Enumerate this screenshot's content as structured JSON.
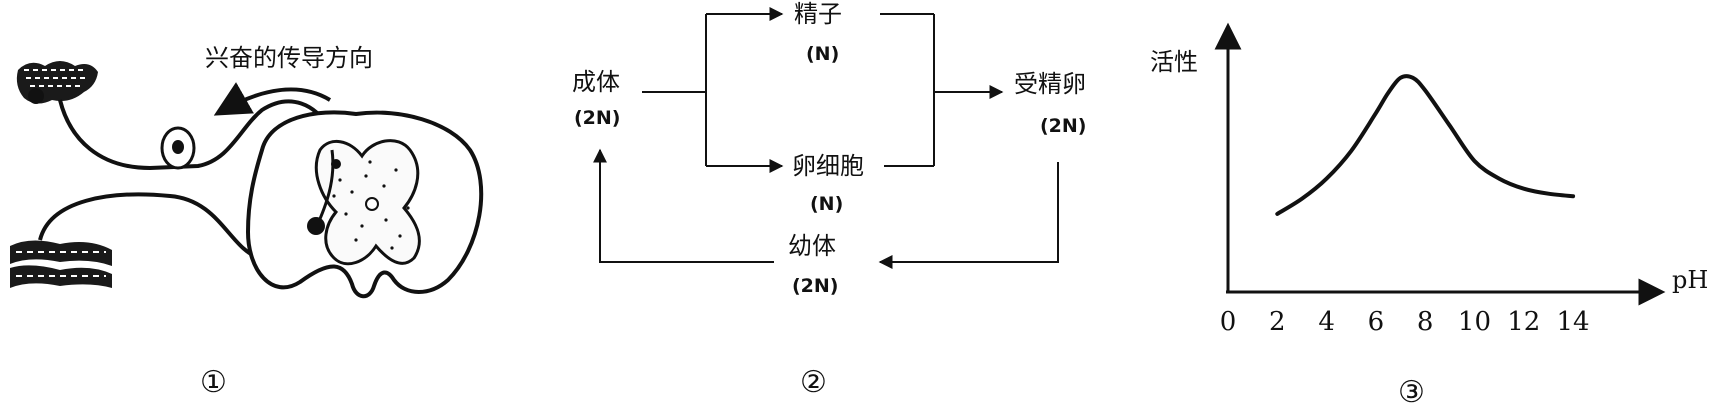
{
  "panel1": {
    "arrow_label": "兴奋的传导方向",
    "number": "①"
  },
  "panel2": {
    "adult": "成体",
    "adult_ploidy": "(2N)",
    "sperm": "精子",
    "sperm_ploidy": "(N)",
    "egg": "卵细胞",
    "egg_ploidy": "(N)",
    "zygote": "受精卵",
    "zygote_ploidy": "(2N)",
    "juvenile": "幼体",
    "juvenile_ploidy": "(2N)",
    "number": "②"
  },
  "panel3": {
    "number": "③",
    "chart_data": {
      "type": "line",
      "title": "",
      "ylabel": "活性",
      "xlabel": "pH",
      "x_ticks": [
        "0",
        "2",
        "4",
        "6",
        "8",
        "10",
        "12",
        "14"
      ],
      "xlim": [
        0,
        17
      ],
      "ylim": [
        0,
        1
      ],
      "series": [
        {
          "x": [
            2,
            3,
            4,
            5,
            6,
            6.5,
            7,
            7.5,
            8,
            9,
            10,
            11,
            12,
            13,
            14
          ],
          "y": [
            0.31,
            0.37,
            0.45,
            0.56,
            0.71,
            0.79,
            0.85,
            0.85,
            0.8,
            0.66,
            0.52,
            0.45,
            0.41,
            0.39,
            0.38
          ]
        }
      ]
    }
  }
}
